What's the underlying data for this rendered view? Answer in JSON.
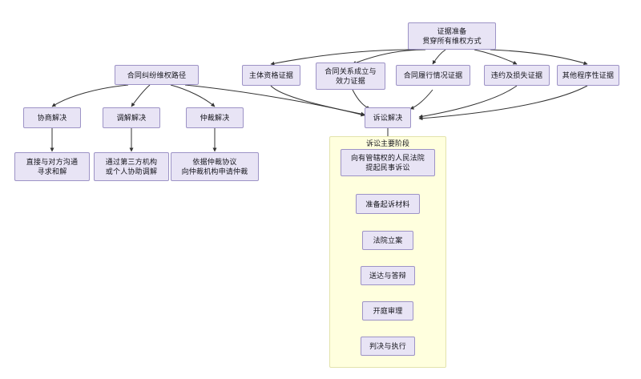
{
  "diagram": {
    "title_node": {
      "id": "evidence-prep",
      "label": "证据准备\n贯穿所有维权方式"
    },
    "path_node": {
      "id": "contract-dispute-path",
      "label": "合同纠纷维权路径"
    },
    "evidence_nodes": [
      {
        "id": "subject-qualification",
        "label": "主体资格证据"
      },
      {
        "id": "contract-formation-validity",
        "label": "合同关系成立与\n效力证据"
      },
      {
        "id": "contract-performance",
        "label": "合同履行情况证据"
      },
      {
        "id": "breach-and-loss",
        "label": "违约及损失证据"
      },
      {
        "id": "other-procedural",
        "label": "其他程序性证据"
      }
    ],
    "resolution_nodes": [
      {
        "id": "negotiation",
        "label": "协商解决"
      },
      {
        "id": "mediation",
        "label": "调解解决"
      },
      {
        "id": "arbitration",
        "label": "仲裁解决"
      },
      {
        "id": "litigation",
        "label": "诉讼解决"
      }
    ],
    "resolution_details": [
      {
        "id": "negotiation-detail",
        "label": "直接与对方沟通\n寻求和解"
      },
      {
        "id": "mediation-detail",
        "label": "通过第三方机构\n或个人协助调解"
      },
      {
        "id": "arbitration-detail",
        "label": "依据仲裁协议\n向仲裁机构申请仲裁"
      }
    ],
    "subgraph": {
      "id": "litigation-stages",
      "label": "诉讼主要阶段",
      "steps": [
        {
          "id": "file-lawsuit",
          "label": "向有管辖权的人民法院\n提起民事诉讼"
        },
        {
          "id": "prepare-materials",
          "label": "准备起诉材料"
        },
        {
          "id": "court-acceptance",
          "label": "法院立案"
        },
        {
          "id": "service-and-defense",
          "label": "送达与答辩"
        },
        {
          "id": "court-hearing",
          "label": "开庭审理"
        },
        {
          "id": "judgment-enforcement",
          "label": "判决与执行"
        }
      ]
    },
    "colors": {
      "node_fill": "#e8e4f5",
      "node_stroke": "#9d93c6",
      "subgraph_fill": "#ffffde",
      "subgraph_stroke": "#e3e3ac",
      "edge_stroke": "#333333",
      "text": "#16161d",
      "background": "#ffffff"
    }
  }
}
